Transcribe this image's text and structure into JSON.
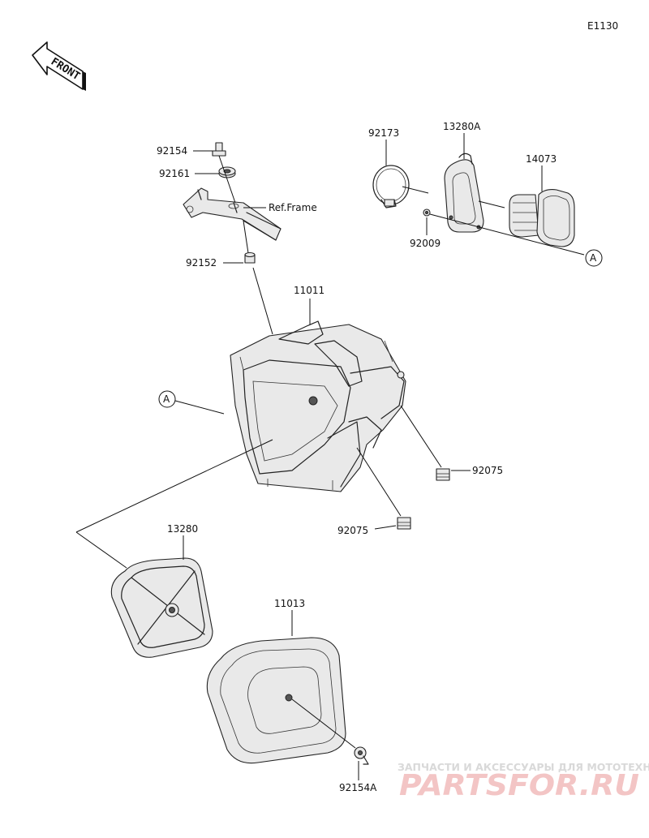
{
  "diagram_id": "E1130",
  "front_label": "FRONT",
  "ref_frame": "Ref.Frame",
  "callout_a": "A",
  "parts": {
    "p92154": "92154",
    "p92161": "92161",
    "p92152": "92152",
    "p11011": "11011",
    "p92173": "92173",
    "p13280A": "13280A",
    "p14073": "14073",
    "p92009": "92009",
    "p92075_a": "92075",
    "p92075_b": "92075",
    "p13280": "13280",
    "p11013": "11013",
    "p92154A": "92154A"
  },
  "watermark": {
    "tagline": "ЗАПЧАСТИ И АКСЕССУАРЫ ДЛЯ МОТОТЕХНИКИ",
    "brand": "PARTSFOR.RU"
  }
}
